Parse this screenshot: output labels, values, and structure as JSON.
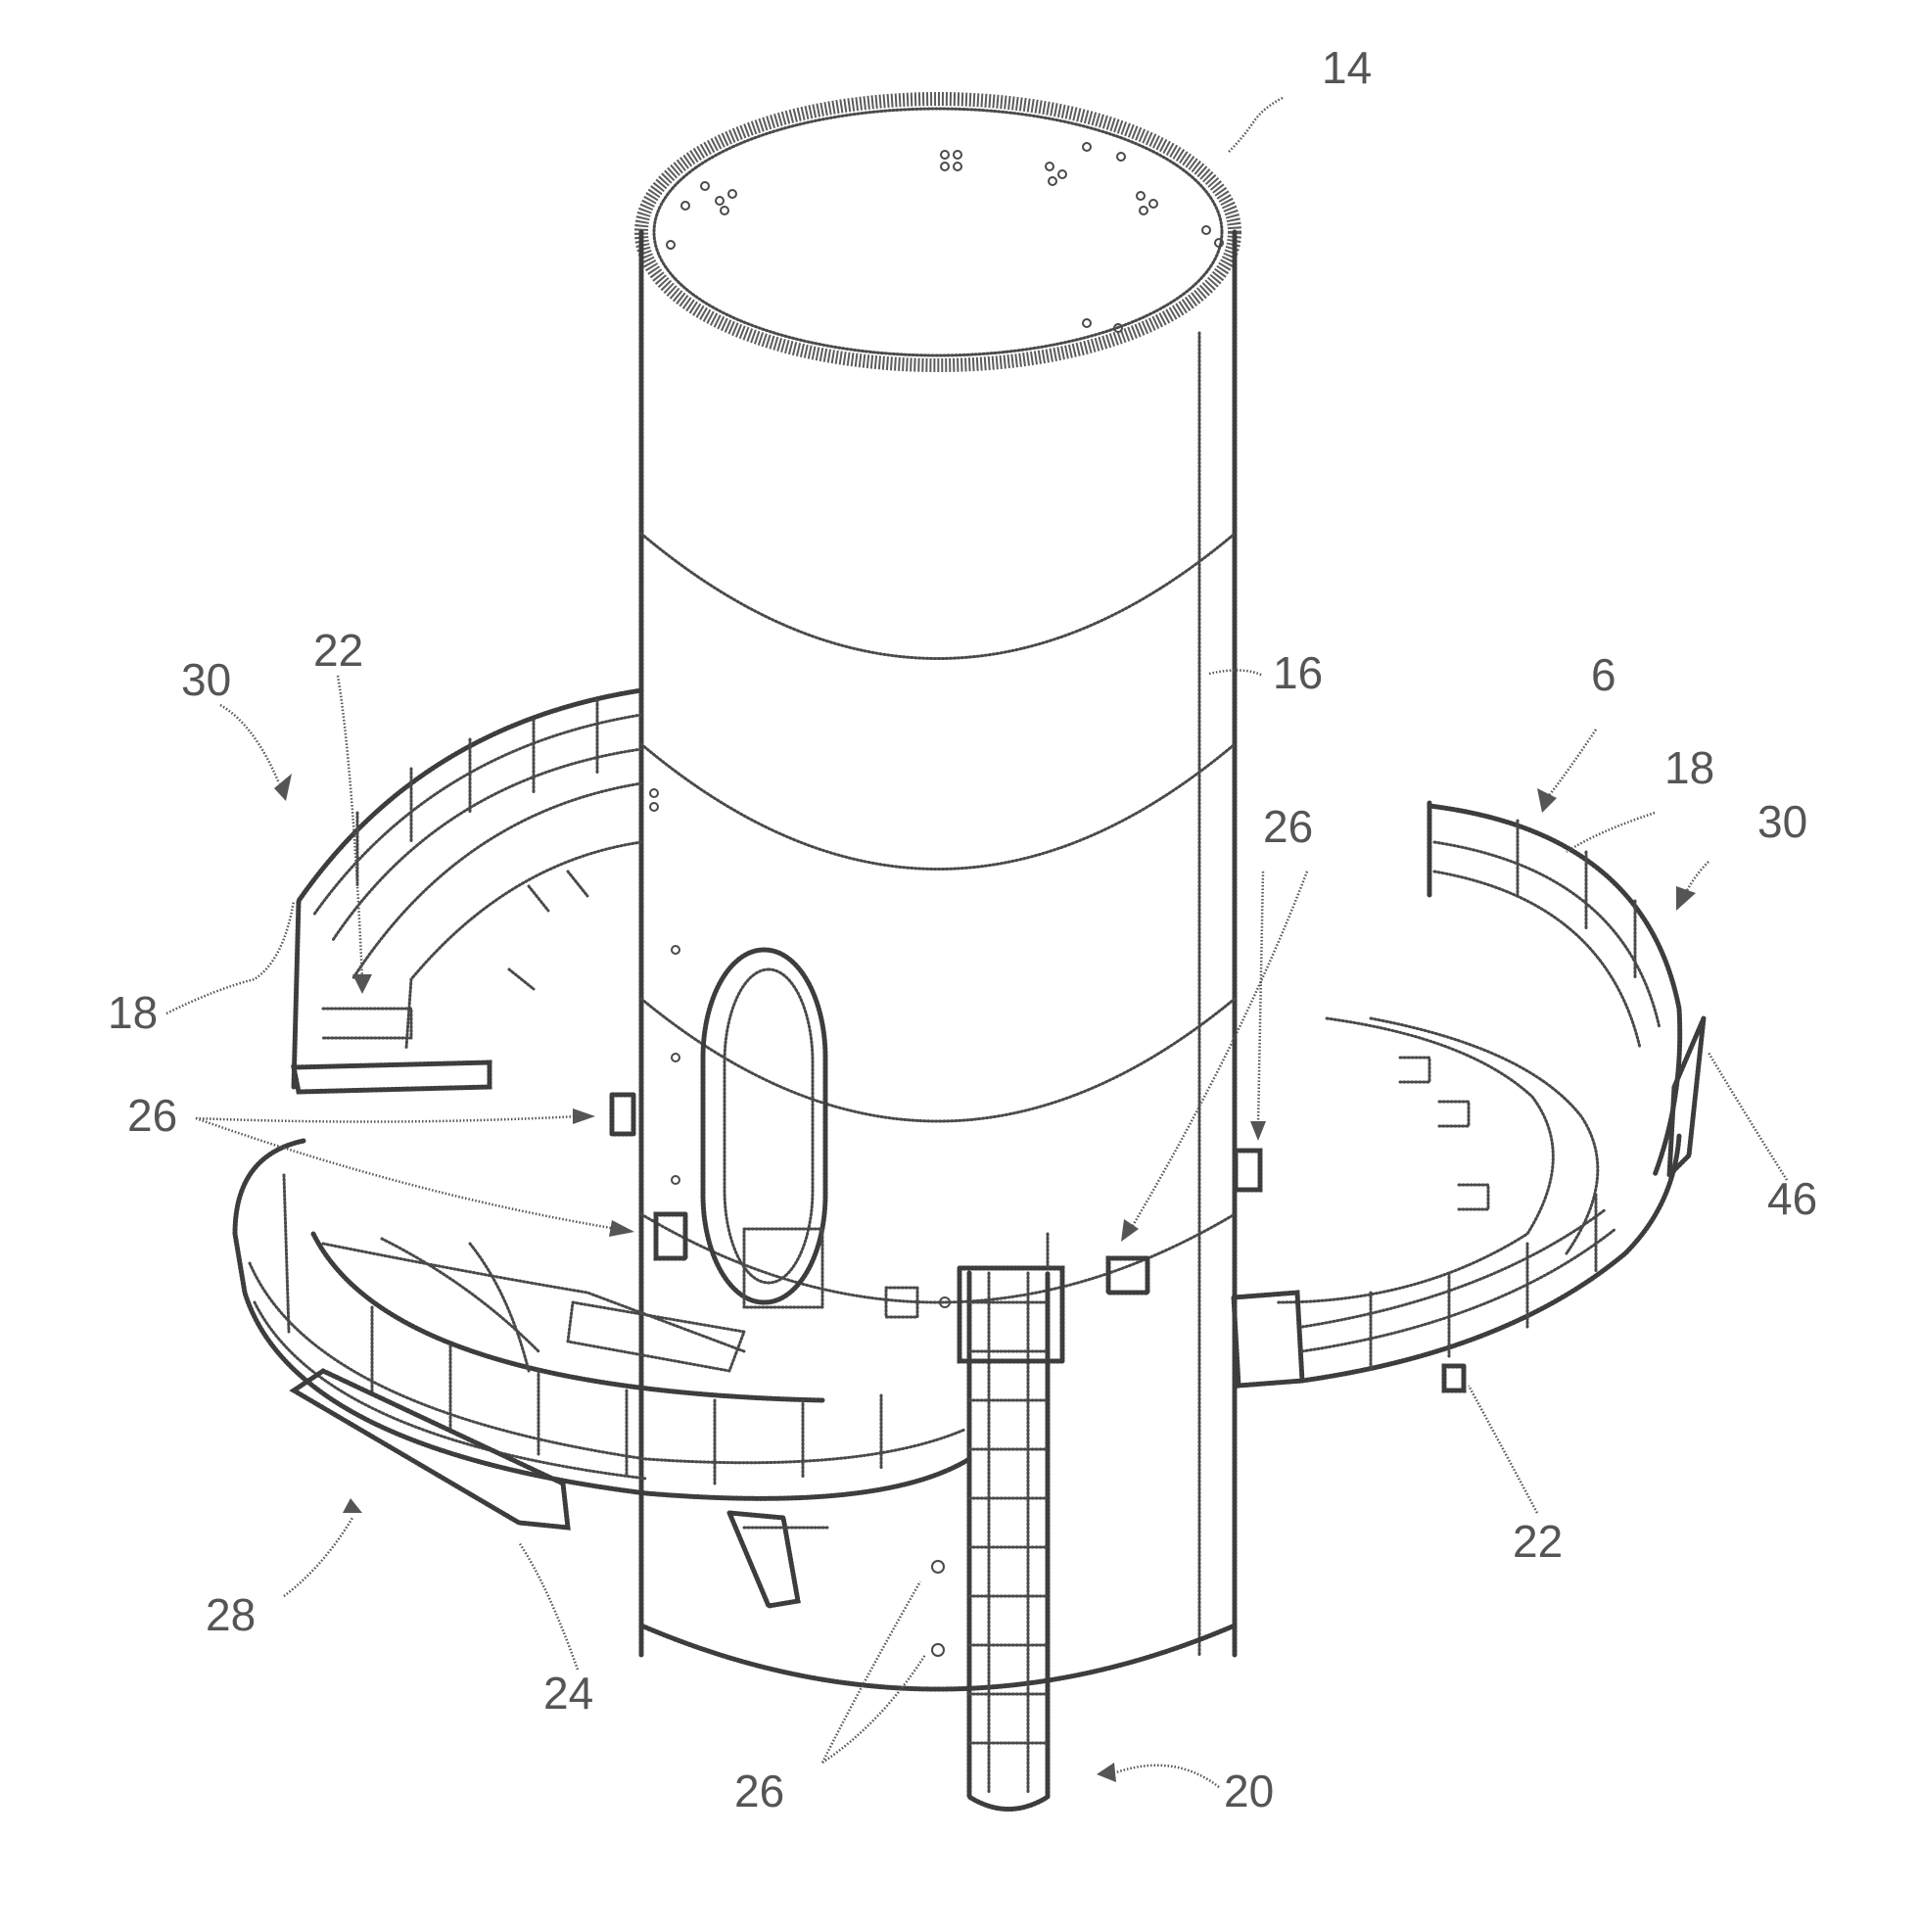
{
  "reference_numerals": {
    "tower_top_rim": "14",
    "tower_shell": "16",
    "platform_left_label": "30",
    "platform_right_label": "30",
    "platform_right_assembly": "6",
    "beam_upper_left": "22",
    "beam_lower_right": "22",
    "railing_left": "18",
    "railing_right": "18",
    "bracket_left_pointer": "26",
    "bracket_right_pointer": "26",
    "bracket_bottom_pointer": "26",
    "ladder": "20",
    "support_arm": "24",
    "lower_platform_label": "28",
    "hatch_plate": "46"
  },
  "colors": {
    "line": "#4a4a4a",
    "label": "#555555",
    "background": "#ffffff"
  }
}
